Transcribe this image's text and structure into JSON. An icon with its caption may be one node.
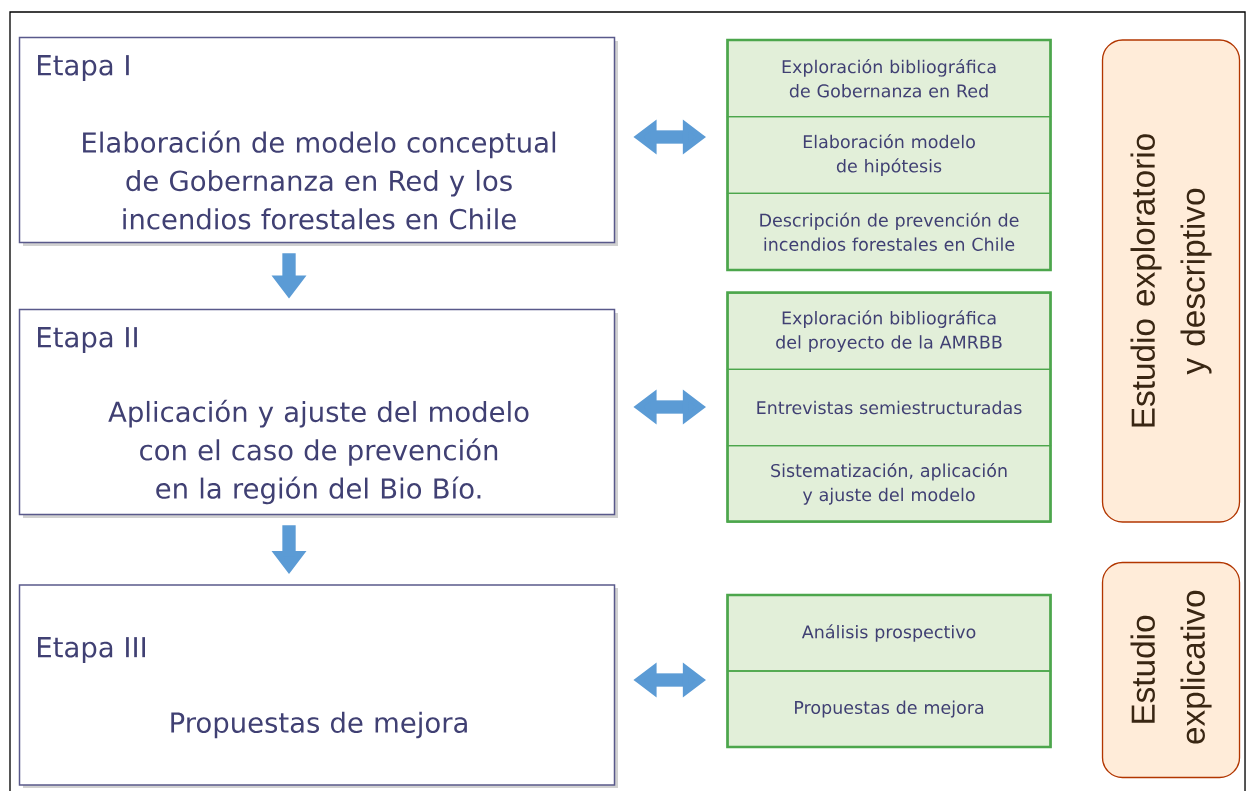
{
  "diagram": {
    "nodes": [
      {
        "text": [
          "Etapa I",
          "Elaboración de modelo conceptual de Gobernanza en Red y los incendios forestales en Chile"
        ]
      },
      {
        "text": [],
        "shape": "box"
      },
      {
        "text": [
          "Exploración bibliográfica de Gobernanza en Red"
        ],
        "in": 1
      },
      {
        "text": [
          "Elaboración modelo de hipótesis"
        ],
        "in": 1
      },
      {
        "text": [
          "Descripción de prevención de incendios forestales en Chile"
        ],
        "in": 1
      },
      {
        "text": [
          "Etapa II",
          "Aplicación y ajuste del modelo con el caso de prevención en la región del Bio Bío."
        ]
      },
      {
        "text": [],
        "shape": "box"
      },
      {
        "text": [
          "Exploración bibliográfica del proyecto de la AMRBB"
        ],
        "in": 6
      },
      {
        "text": [
          "Entrevistas semiestructuradas"
        ],
        "in": 6
      },
      {
        "text": [
          "Sistematización, aplicación y ajuste del modelo"
        ],
        "in": 6
      },
      {
        "text": [
          "Etapa III",
          "Propuestas de mejora"
        ]
      },
      {
        "text": [],
        "shape": "box"
      },
      {
        "text": [
          "Análisis prospectivo"
        ],
        "in": 11
      },
      {
        "text": [
          "Propuestas de mejora"
        ],
        "in": 11
      },
      {
        "text": [
          "Estudio exploratorio y descriptivo"
        ]
      },
      {
        "text": [
          "Estudio explicativo"
        ]
      }
    ],
    "edges": [
      {
        "from": 0,
        "to": 1,
        "arrow": "both"
      },
      {
        "from": 0,
        "to": 5,
        "arrow": "to"
      },
      {
        "from": 5,
        "to": 6,
        "arrow": "both"
      },
      {
        "from": 5,
        "to": 10,
        "arrow": "to"
      },
      {
        "from": 10,
        "to": 11,
        "arrow": "both"
      }
    ]
  }
}
